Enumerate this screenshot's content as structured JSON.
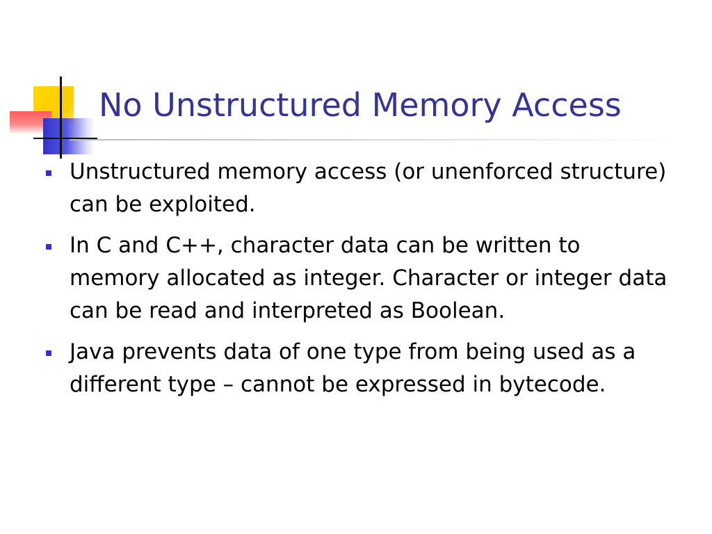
{
  "slide": {
    "title": "No Unstructured Memory Access",
    "bullets": [
      {
        "text": "Unstructured memory access (or unenforced structure) can be exploited."
      },
      {
        "text": "In C and C++, character data can be written to memory allocated as integer. Character or integer data can be read and interpreted as Boolean."
      },
      {
        "text": "Java prevents data of one type from being used as a different type – cannot be expressed in bytecode."
      }
    ]
  },
  "colors": {
    "title": "#333399",
    "bullet_marker": "#3333cc",
    "logo_yellow": "#ffcc00",
    "logo_red": "#ff5a5a",
    "logo_blue": "#3333cc"
  }
}
